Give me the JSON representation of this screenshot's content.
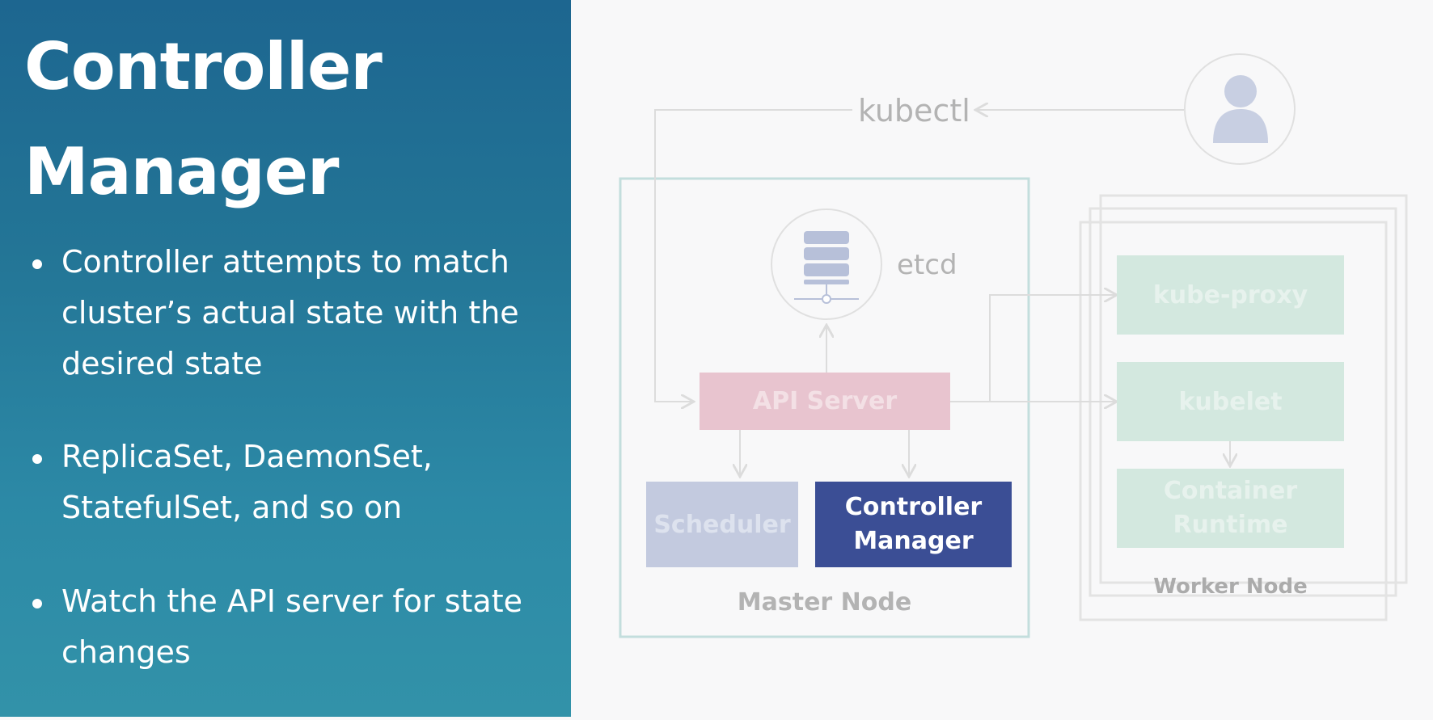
{
  "slide": {
    "title_lines": [
      "Controller",
      "Manager"
    ],
    "bullets": [
      "Controller attempts to match cluster’s actual state with the desired state",
      "ReplicaSet, DaemonSet, StatefulSet, and so on",
      "Watch the API server for state changes"
    ]
  },
  "diagram": {
    "kubectl_label": "kubectl",
    "etcd_label": "etcd",
    "api_server_label": "API Server",
    "scheduler_label": "Scheduler",
    "controller_manager_lines": [
      "Controller",
      "Manager"
    ],
    "master_node_label": "Master Node",
    "worker_node_label": "Worker Node",
    "kube_proxy_label": "kube-proxy",
    "kubelet_label": "kubelet",
    "container_runtime_lines": [
      "Container",
      "Runtime"
    ],
    "icons": {
      "user": "user-icon",
      "database": "database-icon"
    },
    "colors": {
      "panel_blue": "#1d6690",
      "controller_manager_fill": "#3b4e95",
      "api_server_fill": "#e8c4cf",
      "scheduler_fill": "#c3cadf",
      "worker_component_fill": "#d3e8df",
      "master_border": "#c3dedd"
    }
  }
}
